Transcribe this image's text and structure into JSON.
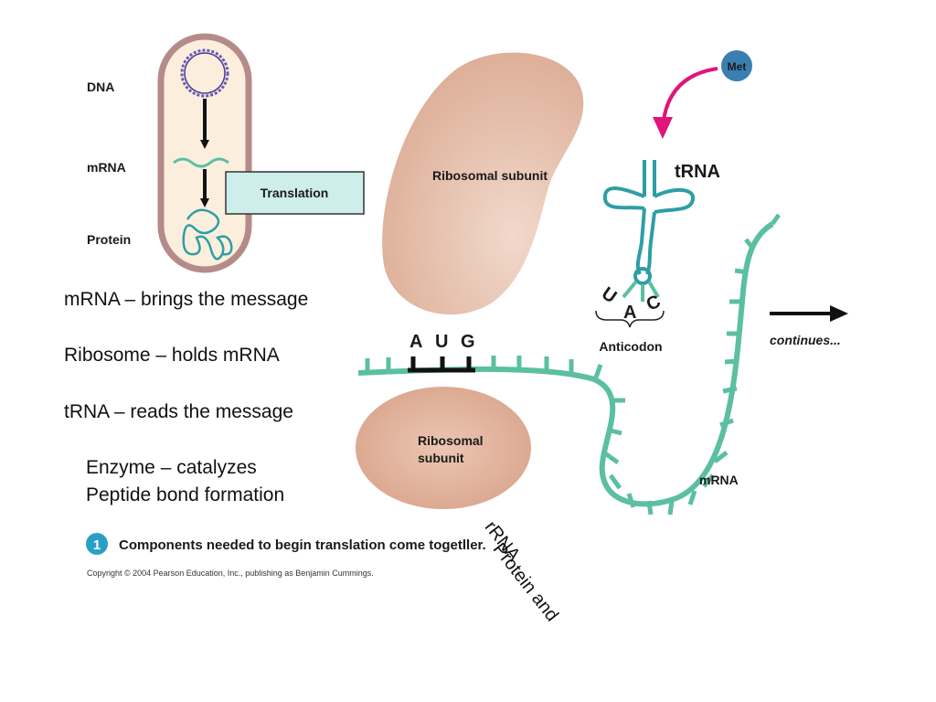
{
  "diagram": {
    "title": "Translation initiation components",
    "cell": {
      "labels": {
        "dna": "DNA",
        "mrna": "mRNA",
        "protein": "Protein"
      },
      "translation_box": "Translation"
    },
    "large_subunit_label": "Ribosomal subunit",
    "small_subunit_label": [
      "Ribosomal",
      "subunit"
    ],
    "met_label": "Met",
    "trna_label": "tRNA",
    "anticodon": {
      "bases": [
        "U",
        "A",
        "C"
      ],
      "label": "Anticodon"
    },
    "codon": {
      "bases": [
        "A",
        "U",
        "G"
      ]
    },
    "mrna_label": "mRNA",
    "continues_label": "continues...",
    "step": {
      "number": "1",
      "caption": "Components needed to begin translation come togetller."
    },
    "copyright": "Copyright © 2004 Pearson Education, Inc., publishing as Benjamin Cummings.",
    "colors": {
      "ribosome": "#e3b8a3",
      "mrna": "#5bbfa2",
      "trna": "#2e9ea6",
      "met": "#3a7fb0",
      "arrow_pink": "#e0157a",
      "cell_wall": "#b58b89",
      "cell_fill": "#fbeedd",
      "translation_box": "#cdeeea",
      "step_badge": "#2a9fc6"
    }
  },
  "notes": {
    "mrna": "mRNA – brings the message",
    "ribosome": "Ribosome – holds mRNA",
    "trna": "tRNA – reads the message",
    "enzyme_line1": "Enzyme – catalyzes",
    "enzyme_line2": "Peptide bond formation",
    "rotated_line1": "Protein and",
    "rotated_line2": "rRNA"
  }
}
